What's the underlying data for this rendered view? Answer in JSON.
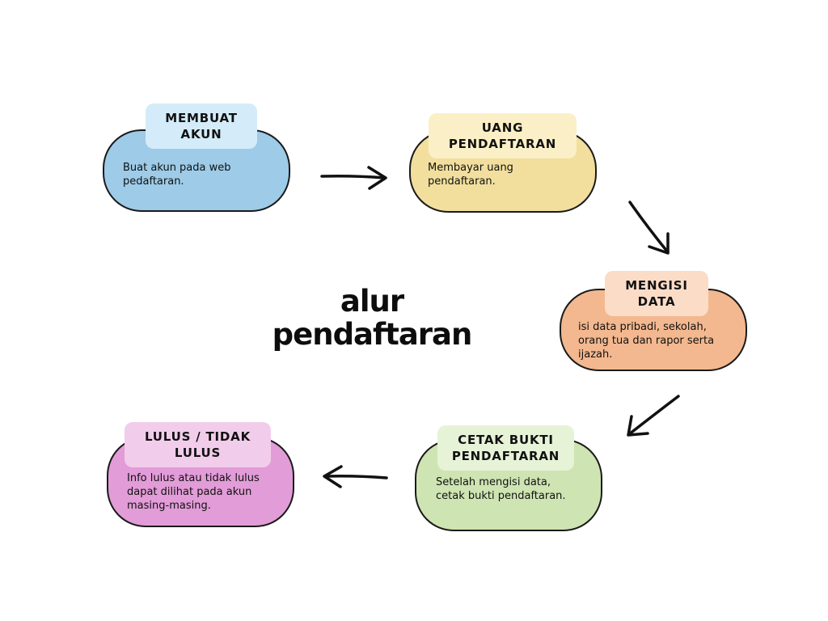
{
  "title": "alur\npendaftaran",
  "steps": [
    {
      "label": "MEMBUAT\nAKUN",
      "description": " Buat akun pada web\npedaftaran.",
      "color": "#9dcbe8",
      "tag_color": "#d4ecf9"
    },
    {
      "label": "UANG\nPENDAFTARAN",
      "description": "Membayar uang\npendaftaran.",
      "color": "#f2df9e",
      "tag_color": "#faefc6"
    },
    {
      "label": "MENGISI\nDATA",
      "description": "isi data pribadi, sekolah,\norang tua dan rapor serta\nijazah.",
      "color": "#f3b88f",
      "tag_color": "#fbdcc7"
    },
    {
      "label": "CETAK BUKTI\nPENDAFTARAN",
      "description": " Setelah mengisi data,\ncetak bukti pendaftaran.",
      "color": "#cee4b2",
      "tag_color": "#e6f3d7"
    },
    {
      "label": "LULUS / TIDAK\nLULUS",
      "description": "Info lulus atau tidak lulus\ndapat dilihat pada akun\nmasing-masing.",
      "color": "#e29cd8",
      "tag_color": "#f1cdeb"
    }
  ]
}
